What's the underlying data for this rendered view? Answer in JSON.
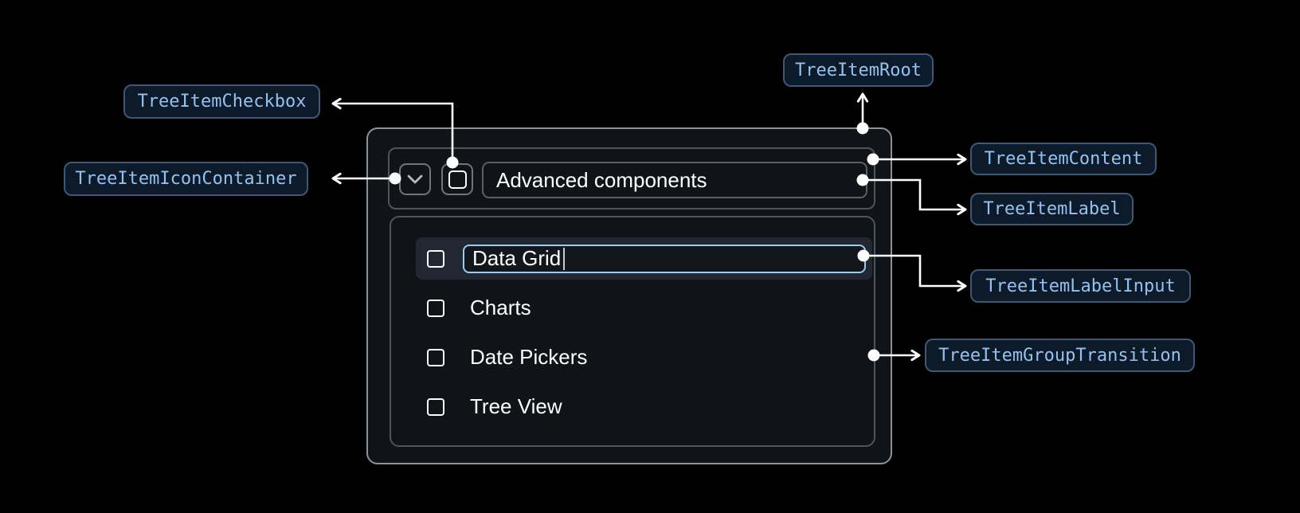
{
  "annotations": {
    "tree_item_checkbox": "TreeItemCheckbox",
    "tree_item_icon_container": "TreeItemIconContainer",
    "tree_item_root": "TreeItemRoot",
    "tree_item_content": "TreeItemContent",
    "tree_item_label": "TreeItemLabel",
    "tree_item_label_input": "TreeItemLabelInput",
    "tree_item_group_transition": "TreeItemGroupTransition"
  },
  "tree": {
    "parent": {
      "label": "Advanced components",
      "expanded": true,
      "checkbox": "unchecked"
    },
    "children": [
      {
        "label": "Data Grid",
        "state": "editing",
        "checkbox": "unchecked"
      },
      {
        "label": "Charts",
        "checkbox": "unchecked"
      },
      {
        "label": "Date Pickers",
        "checkbox": "unchecked"
      },
      {
        "label": "Tree View",
        "checkbox": "unchecked"
      }
    ]
  },
  "icons": {
    "expand_icon": "chevron-down",
    "checkbox_icon": "square-unchecked"
  },
  "colors": {
    "page_bg": "#000000",
    "annotation_text": "#93c2f0",
    "annotation_border": "#3d5876",
    "annotation_bg": "#0d1a29",
    "component_border": "#8a929c",
    "inner_border": "#4d555f",
    "input_focus_border": "#99ccf3",
    "selected_row_bg": "#222831",
    "arrow": "#ffffff",
    "text": "#ffffff"
  }
}
